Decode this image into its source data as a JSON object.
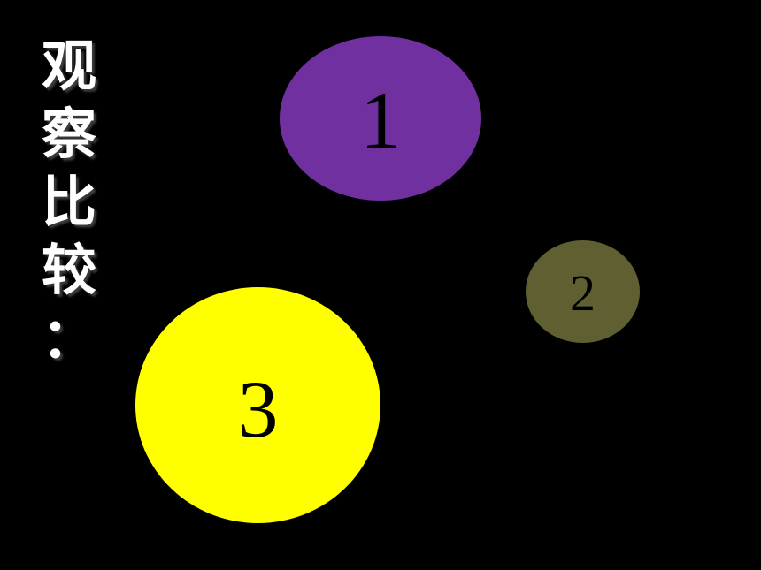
{
  "title": {
    "chars": [
      "观",
      "察",
      "比",
      "较",
      "："
    ]
  },
  "shapes": [
    {
      "id": "1",
      "label": "1",
      "color": "#7030a0"
    },
    {
      "id": "2",
      "label": "2",
      "color": "#5f5f32"
    },
    {
      "id": "3",
      "label": "3",
      "color": "#ffff00"
    }
  ]
}
